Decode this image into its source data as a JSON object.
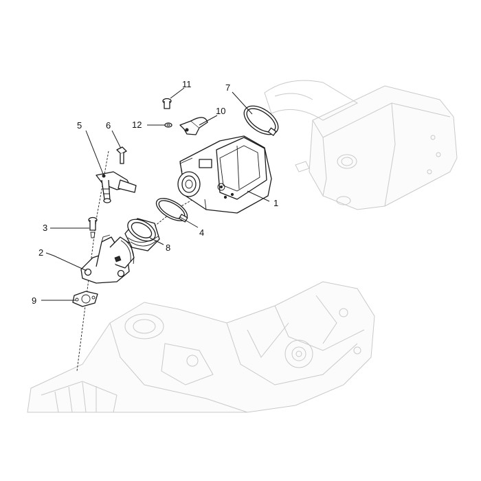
{
  "callouts": [
    {
      "id": "c1",
      "text": "1"
    },
    {
      "id": "c2",
      "text": "2"
    },
    {
      "id": "c3",
      "text": "3"
    },
    {
      "id": "c4",
      "text": "4"
    },
    {
      "id": "c5",
      "text": "5"
    },
    {
      "id": "c6",
      "text": "6"
    },
    {
      "id": "c7",
      "text": "7"
    },
    {
      "id": "c8",
      "text": "8"
    },
    {
      "id": "c9",
      "text": "9"
    },
    {
      "id": "c10",
      "text": "10"
    },
    {
      "id": "c11",
      "text": "11"
    },
    {
      "id": "c12",
      "text": "12"
    }
  ],
  "colors": {
    "line": "#1a1a1a",
    "ghost": "#c9c9c9",
    "background": "#ffffff"
  }
}
